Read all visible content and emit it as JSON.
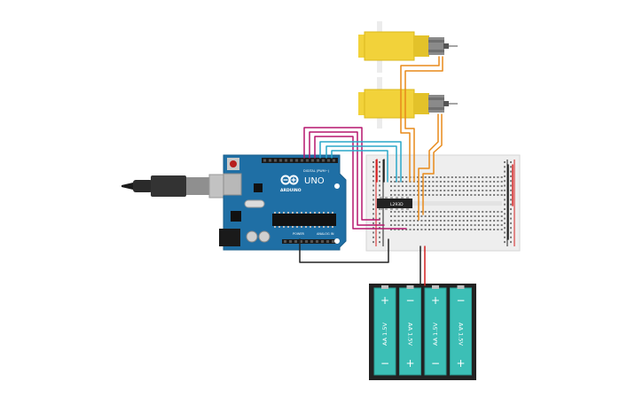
{
  "arduino": {
    "brand": "ARDUINO",
    "model": "UNO",
    "digital_label": "DIGITAL (PWM~)",
    "power_label": "POWER",
    "analog_label": "ANALOG IN"
  },
  "driver_ic": {
    "label": "L293D"
  },
  "battery_pack": {
    "cells": [
      {
        "label": "AA 1.5V"
      },
      {
        "label": "AA 1.5V"
      },
      {
        "label": "AA 1.5V"
      },
      {
        "label": "AA 1.5V"
      }
    ]
  },
  "colors": {
    "arduino_board": "#1f6fa5",
    "motor_body": "#f2d23a",
    "battery_cell": "#3cbfb6",
    "breadboard": "#eeeeee",
    "wire_magenta": "#b5176f",
    "wire_cyan": "#2aa7c9",
    "wire_orange": "#e88a1a",
    "wire_black": "#222222",
    "wire_red": "#d42020"
  }
}
